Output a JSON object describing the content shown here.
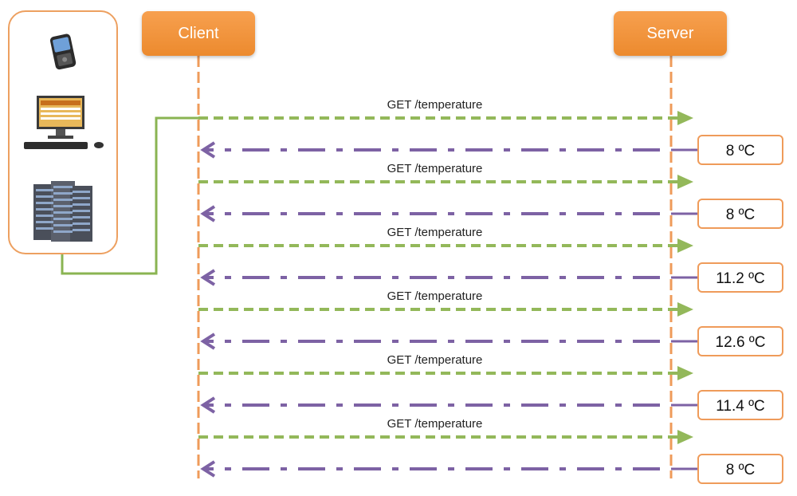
{
  "participants": {
    "client": "Client",
    "server": "Server"
  },
  "devices": [
    {
      "icon": "smartphone-icon"
    },
    {
      "icon": "desktop-computer-icon"
    },
    {
      "icon": "server-rack-icon"
    }
  ],
  "exchanges": [
    {
      "request": "GET /temperature",
      "response": "8 ºC"
    },
    {
      "request": "GET /temperature",
      "response": "8 ºC"
    },
    {
      "request": "GET /temperature",
      "response": "11.2 ºC"
    },
    {
      "request": "GET /temperature",
      "response": "12.6 ºC"
    },
    {
      "request": "GET /temperature",
      "response": "11.4 ºC"
    },
    {
      "request": "GET /temperature",
      "response": "8 ºC"
    }
  ],
  "colors": {
    "accent": "#ef8e34",
    "request_arrow": "#93b85a",
    "response_arrow": "#7d62a4",
    "lifeline": "#ef9b5a",
    "connector": "#8ab452"
  }
}
